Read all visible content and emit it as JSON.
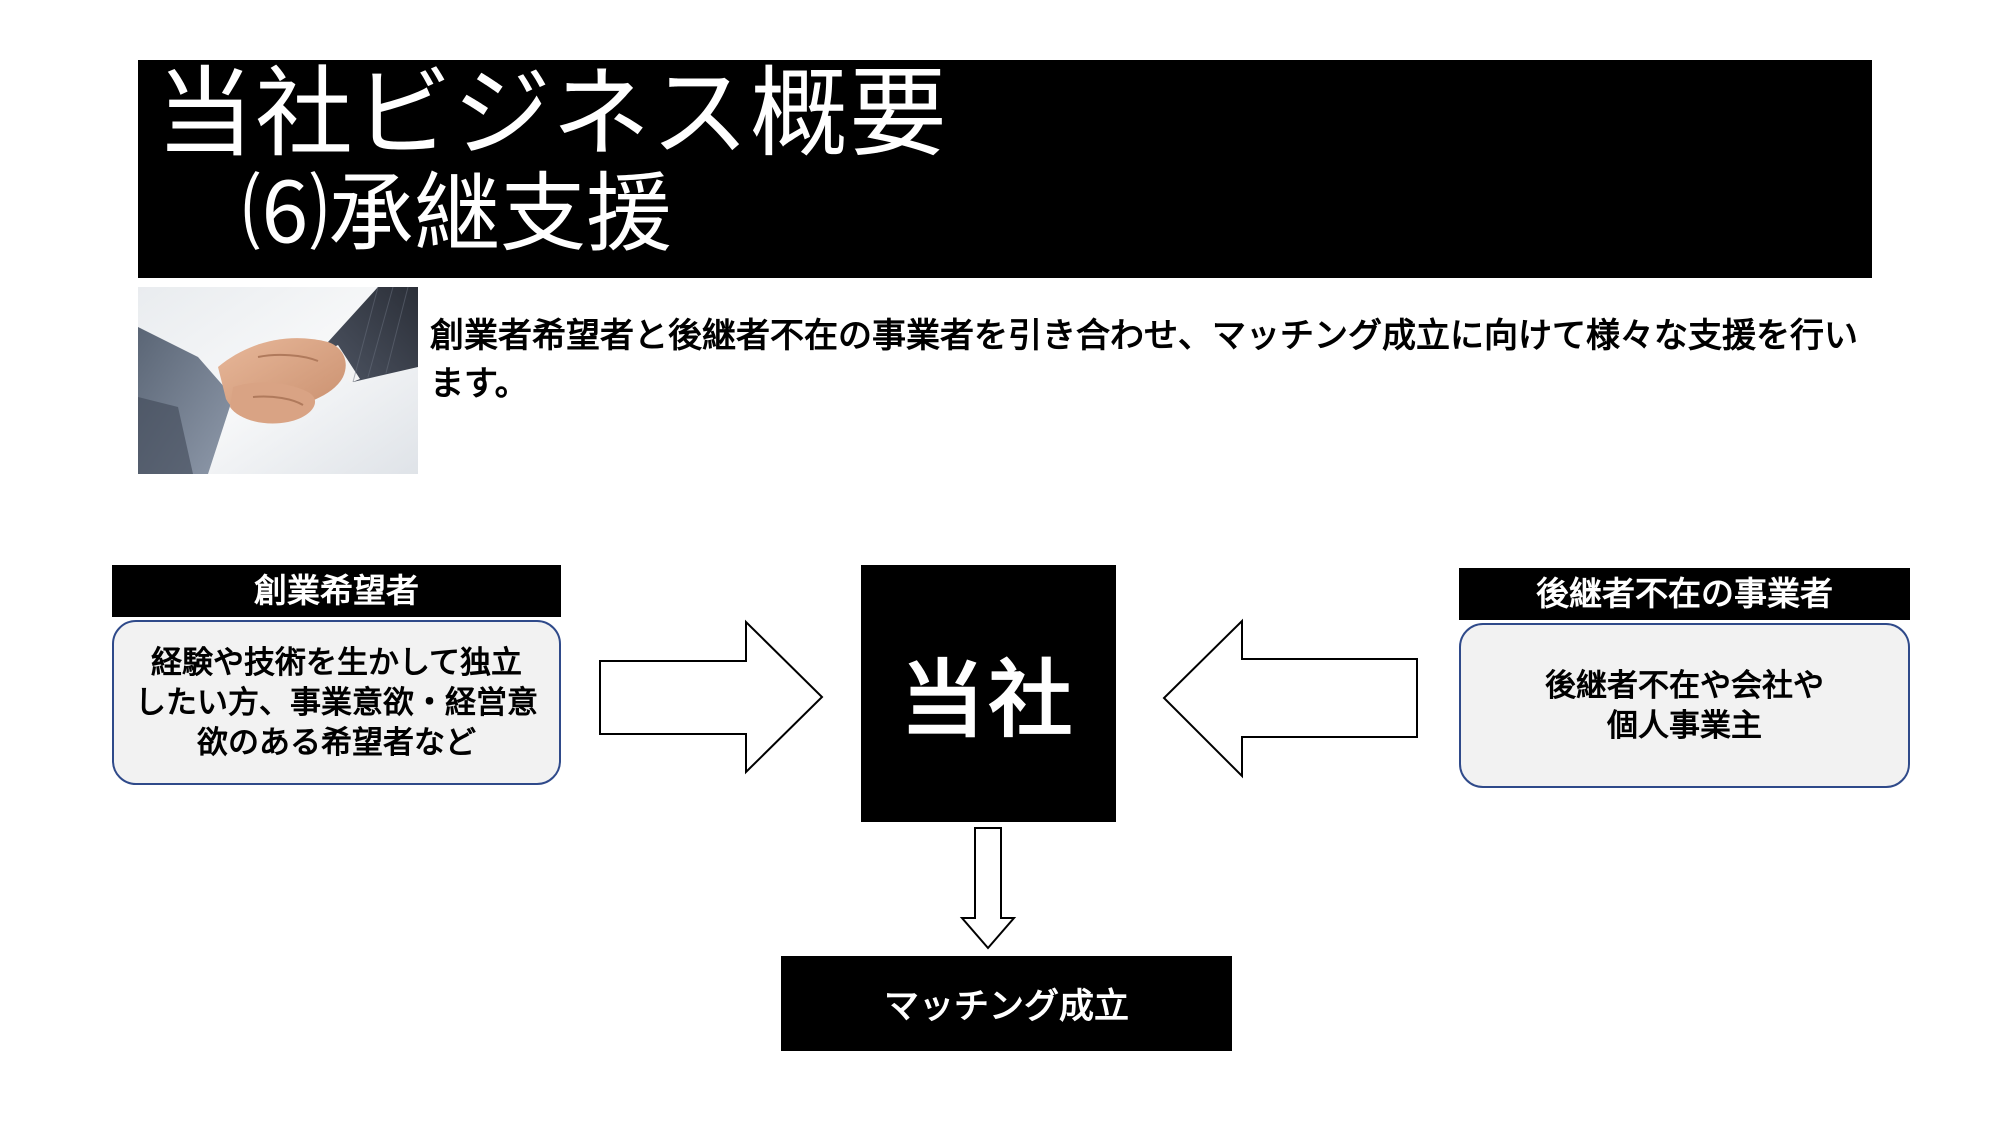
{
  "title": {
    "line1": "当社ビジネス概要",
    "line2": "⑹承継支援"
  },
  "intro_text": "創業者希望者と後継者不在の事業者を引き合わせ、マッチング成立に向けて様々な支援を行います。",
  "photo": {
    "alt": "handshake-photo"
  },
  "left": {
    "label": "創業希望者",
    "description": "経験や技術を生かして独立\nしたい方、事業意欲・経営意\n欲のある希望者など"
  },
  "center": {
    "label": "当社"
  },
  "right": {
    "label": "後継者不在の事業者",
    "description": "後継者不在や会社や\n個人事業主"
  },
  "result": {
    "label": "マッチング成立"
  },
  "colors": {
    "box_fill": "#f2f2f2",
    "box_border": "#2f4a8a",
    "label_fill": "#000000"
  }
}
